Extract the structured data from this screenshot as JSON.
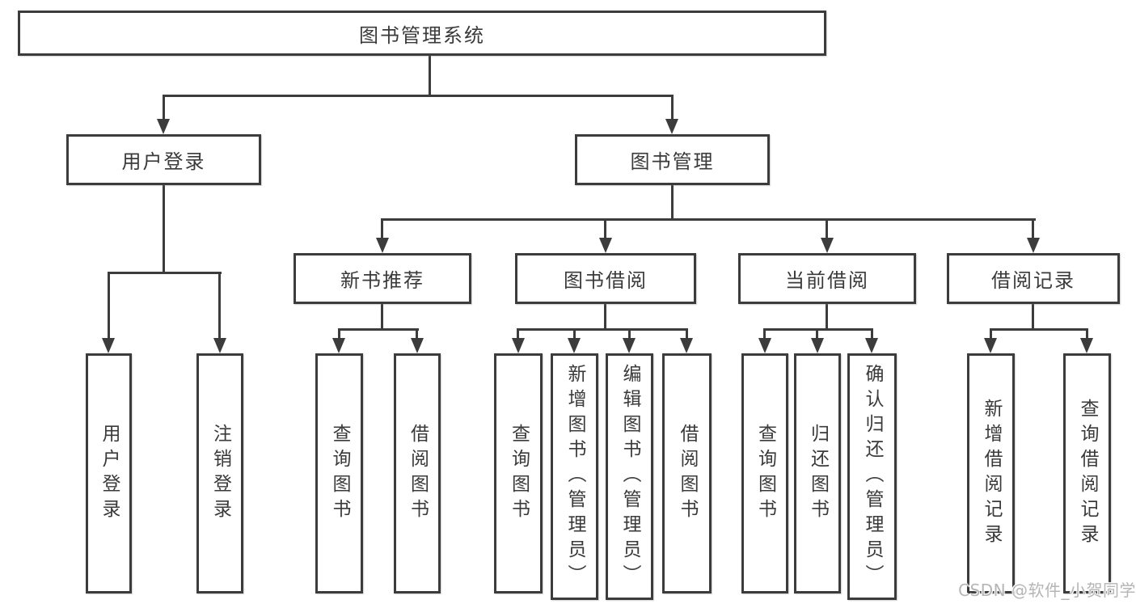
{
  "diagram_title": "图书管理系统",
  "watermark": {
    "text": "CSDN @软件_小贺同学"
  },
  "colors": {
    "line": "#3c3c3c",
    "text": "#3a3a3a",
    "background": "#ffffff",
    "watermark": "#b5b5b5"
  },
  "nodes": {
    "root": {
      "label": "图书管理系统"
    },
    "user_login": {
      "label": "用户登录"
    },
    "book_mgmt": {
      "label": "图书管理"
    },
    "new_book_rec": {
      "label": "新书推荐"
    },
    "book_borrow": {
      "label": "图书借阅"
    },
    "current_borrow": {
      "label": "当前借阅"
    },
    "borrow_record": {
      "label": "借阅记录"
    },
    "leaf_user_login": {
      "label": "用户登录"
    },
    "leaf_logout": {
      "label": "注销登录"
    },
    "leaf_query_book_newrec": {
      "label": "查询图书"
    },
    "leaf_borrow_book_newrec": {
      "label": "借阅图书"
    },
    "leaf_query_book_borrow": {
      "label": "查询图书"
    },
    "leaf_add_book": {
      "label": "新增图书（管理员）"
    },
    "leaf_edit_book": {
      "label": "编辑图书（管理员）"
    },
    "leaf_borrow_book_borrow": {
      "label": "借阅图书"
    },
    "leaf_query_book_current": {
      "label": "查询图书"
    },
    "leaf_return_book": {
      "label": "归还图书"
    },
    "leaf_confirm_return": {
      "label": "确认归还（管理员）"
    },
    "leaf_add_borrow_record": {
      "label": "新增借阅记录"
    },
    "leaf_query_borrow_record": {
      "label": "查询借阅记录"
    }
  },
  "tree": {
    "label": "图书管理系统",
    "children": [
      {
        "label": "用户登录",
        "children": [
          "用户登录",
          "注销登录"
        ]
      },
      {
        "label": "图书管理",
        "children": [
          {
            "label": "新书推荐",
            "children": [
              "查询图书",
              "借阅图书"
            ]
          },
          {
            "label": "图书借阅",
            "children": [
              "查询图书",
              "新增图书（管理员）",
              "编辑图书（管理员）",
              "借阅图书"
            ]
          },
          {
            "label": "当前借阅",
            "children": [
              "查询图书",
              "归还图书",
              "确认归还（管理员）"
            ]
          },
          {
            "label": "借阅记录",
            "children": [
              "新增借阅记录",
              "查询借阅记录"
            ]
          }
        ]
      }
    ]
  }
}
